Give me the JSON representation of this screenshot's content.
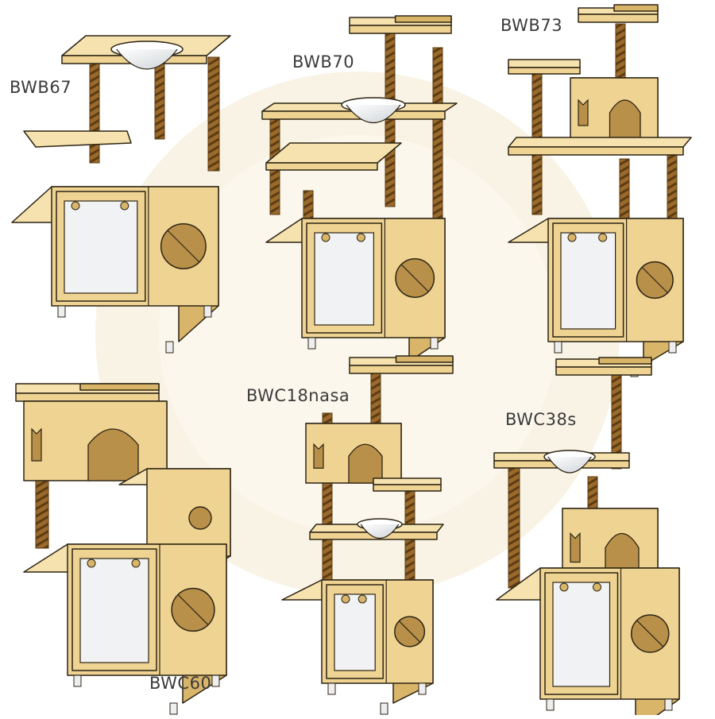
{
  "palette": {
    "wood": "#efd392",
    "wood_light": "#f6e2ae",
    "wood_dark": "#d9b56a",
    "outline": "#2d2414",
    "rope": "#9a6a2c",
    "rope_dark": "#5e3c12",
    "glass": "#f0f2f3",
    "watermark": "#f3ead0"
  },
  "models": [
    {
      "label": "BWB67"
    },
    {
      "label": "BWB70"
    },
    {
      "label": "BWB73"
    },
    {
      "label": "BWC60"
    },
    {
      "label": "BWC18nasa"
    },
    {
      "label": "BWC38s"
    }
  ]
}
